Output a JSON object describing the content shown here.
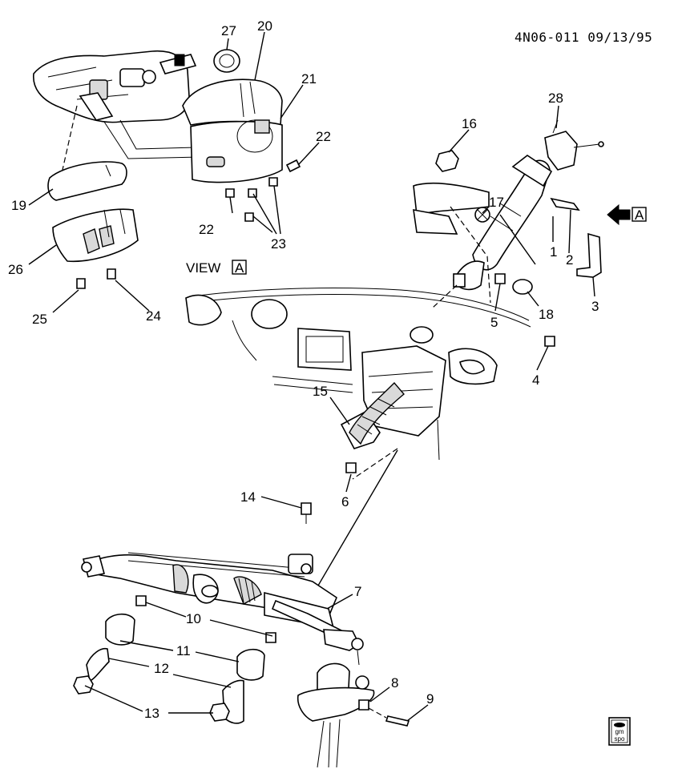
{
  "header": {
    "code": "4N06-011 09/13/95"
  },
  "view_label": {
    "text": "VIEW",
    "letter": "A"
  },
  "arrow_label": {
    "letter": "A"
  },
  "logo": {
    "line1": "gm",
    "line2": "spo"
  },
  "callouts": {
    "c1": "1",
    "c2": "2",
    "c3": "3",
    "c4": "4",
    "c5": "5",
    "c6": "6",
    "c7": "7",
    "c8": "8",
    "c9": "9",
    "c10": "10",
    "c11": "11",
    "c12": "12",
    "c13": "13",
    "c14": "14",
    "c15": "15",
    "c16": "16",
    "c17": "17",
    "c18": "18",
    "c19": "19",
    "c20": "20",
    "c21": "21",
    "c22a": "22",
    "c22b": "22",
    "c23": "23",
    "c24": "24",
    "c25": "25",
    "c26": "26",
    "c27": "27",
    "c28": "28"
  }
}
